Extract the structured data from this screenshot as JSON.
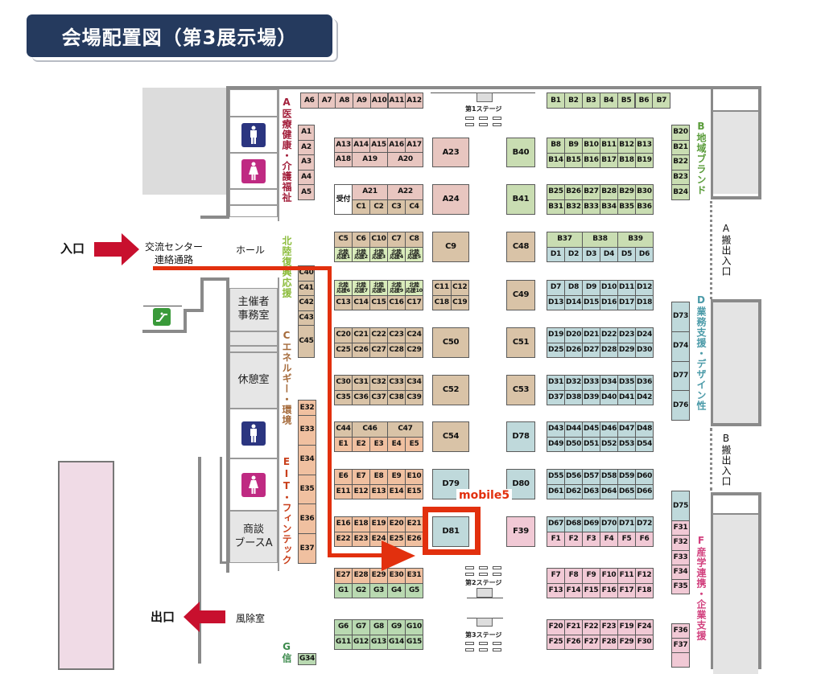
{
  "title": "会場配置図（第3展示場）",
  "labels": {
    "entrance": "入口",
    "exit": "出口",
    "corridor_line1": "交流センター",
    "corridor_line2": "連絡通路",
    "hall": "ホール",
    "organizer_office": "主催者\n事務室",
    "rest_room": "休憩室",
    "meeting_booth": "商談\nブースA",
    "windbreak": "風除室",
    "loading_a": "A搬出入口",
    "loading_b": "B搬出入口",
    "highlight": "mobile5"
  },
  "stages": {
    "stage1": "第1ステージ",
    "stage2": "第2ステージ",
    "stage3": "第3ステージ"
  },
  "categories": {
    "A": {
      "label": "A医療健康・介護福祉",
      "color": "#a3203c",
      "fill": "#e8c6c0"
    },
    "HK": {
      "label": "北陸復興応援",
      "color": "#8cbc3c",
      "fill": "#d9ecbb"
    },
    "C": {
      "label": "Cエネルギー・環境",
      "color": "#a56a3a",
      "fill": "#d9c3a7"
    },
    "E": {
      "label": "EIT・フィンテック",
      "color": "#c9401c",
      "fill": "#f0c0a0"
    },
    "G": {
      "label": "G信",
      "color": "#3c8a4c",
      "fill": "#b9d9b1"
    },
    "B": {
      "label": "B地域ブランド",
      "color": "#5a9c3a",
      "fill": "#c9ddb2"
    },
    "D": {
      "label": "D業務支援・デザイン性",
      "color": "#4a9aa8",
      "fill": "#bfd9db"
    },
    "F": {
      "label": "F産学連携・企業支援",
      "color": "#d2407e",
      "fill": "#f1c9d5"
    },
    "W": {
      "label": "",
      "color": "#222",
      "fill": "#ffffff"
    }
  },
  "booths": {
    "a_top": [
      {
        "cat": "A",
        "cells": [
          "A6",
          "A7",
          "A8",
          "A9",
          "A10",
          "A11",
          "A12"
        ]
      }
    ],
    "a_side": [
      {
        "cat": "A",
        "cells": [
          "A1"
        ]
      },
      {
        "cat": "A",
        "cells": [
          "A2"
        ]
      },
      {
        "cat": "A",
        "cells": [
          "A3"
        ]
      },
      {
        "cat": "A",
        "cells": [
          "A4"
        ]
      },
      {
        "cat": "A",
        "cells": [
          "A5"
        ]
      }
    ],
    "a13": [
      {
        "cat": "A",
        "cells": [
          "A13",
          "A14",
          "A15",
          "A16",
          "A17"
        ]
      },
      {
        "cat": "A",
        "cells": [
          "A18",
          "A19",
          "A20"
        ]
      }
    ],
    "a23": [
      {
        "cat": "A",
        "cells": [
          "A23"
        ]
      }
    ],
    "b40": [
      {
        "cat": "B",
        "cells": [
          "B40"
        ]
      }
    ],
    "uketsuke": [
      {
        "cat": "W",
        "cells": [
          "受付"
        ]
      }
    ],
    "a21": [
      {
        "cat": "A",
        "cells": [
          "A21",
          "A22"
        ]
      },
      {
        "cat": "C",
        "cells": [
          "C1",
          "C2",
          "C3",
          "C4"
        ]
      }
    ],
    "a24": [
      {
        "cat": "A",
        "cells": [
          "A24"
        ]
      }
    ],
    "b41": [
      {
        "cat": "B",
        "cells": [
          "B41"
        ]
      }
    ],
    "c5": [
      {
        "cat": "C",
        "cells": [
          "C5",
          "C6",
          "C10",
          "C7",
          "C8"
        ]
      },
      {
        "cat": "HK",
        "cells": [
          "北陸\n応援1",
          "北陸\n応援2",
          "北陸\n応援3",
          "北陸\n応援4",
          "北陸\n応援5"
        ]
      }
    ],
    "c9": [
      {
        "cat": "C",
        "cells": [
          "C9"
        ]
      }
    ],
    "c48": [
      {
        "cat": "C",
        "cells": [
          "C48"
        ]
      }
    ],
    "c40": [
      {
        "cat": "C",
        "cells": [
          "C40"
        ]
      },
      {
        "cat": "C",
        "cells": [
          "C41"
        ]
      },
      {
        "cat": "C",
        "cells": [
          "C42"
        ]
      },
      {
        "cat": "C",
        "cells": [
          "C43"
        ]
      }
    ],
    "c45": [
      {
        "cat": "C",
        "cells": [
          "C45"
        ]
      }
    ],
    "h6": [
      {
        "cat": "HK",
        "cells": [
          "北陸\n応援6",
          "北陸\n応援7",
          "北陸\n応援8",
          "北陸\n応援9",
          "北陸\n応援10"
        ]
      },
      {
        "cat": "C",
        "cells": [
          "C13",
          "C14",
          "C15",
          "C16",
          "C17"
        ]
      }
    ],
    "c11": [
      {
        "cat": "C",
        "cells": [
          "C11",
          "C12"
        ]
      },
      {
        "cat": "C",
        "cells": [
          "C18",
          "C19"
        ]
      }
    ],
    "c49": [
      {
        "cat": "C",
        "cells": [
          "C49"
        ]
      }
    ],
    "c20": [
      {
        "cat": "C",
        "cells": [
          "C20",
          "C21",
          "C22",
          "C23",
          "C24"
        ]
      },
      {
        "cat": "C",
        "cells": [
          "C25",
          "C26",
          "C27",
          "C28",
          "C29"
        ]
      }
    ],
    "c50": [
      {
        "cat": "C",
        "cells": [
          "C50"
        ]
      }
    ],
    "c51": [
      {
        "cat": "C",
        "cells": [
          "C51"
        ]
      }
    ],
    "c30": [
      {
        "cat": "C",
        "cells": [
          "C30",
          "C31",
          "C32",
          "C33",
          "C34"
        ]
      },
      {
        "cat": "C",
        "cells": [
          "C35",
          "C36",
          "C37",
          "C38",
          "C39"
        ]
      }
    ],
    "c52": [
      {
        "cat": "C",
        "cells": [
          "C52"
        ]
      }
    ],
    "c53": [
      {
        "cat": "C",
        "cells": [
          "C53"
        ]
      }
    ],
    "c44": [
      {
        "cat": "C",
        "cells": [
          "C44",
          "C46",
          "C47"
        ]
      },
      {
        "cat": "E",
        "cells": [
          "E1",
          "E2",
          "E3",
          "E4",
          "E5"
        ]
      }
    ],
    "c54": [
      {
        "cat": "C",
        "cells": [
          "C54"
        ]
      }
    ],
    "d78": [
      {
        "cat": "D",
        "cells": [
          "D78"
        ]
      }
    ],
    "e32": [
      {
        "cat": "E",
        "cells": [
          "E32"
        ]
      }
    ],
    "e33": [
      {
        "cat": "E",
        "cells": [
          "E33"
        ]
      },
      {
        "cat": "E",
        "cells": [
          "E34"
        ]
      },
      {
        "cat": "E",
        "cells": [
          "E35"
        ]
      },
      {
        "cat": "E",
        "cells": [
          "E36"
        ]
      },
      {
        "cat": "E",
        "cells": [
          "E37"
        ]
      }
    ],
    "e6": [
      {
        "cat": "E",
        "cells": [
          "E6",
          "E7",
          "E8",
          "E9",
          "E10"
        ]
      },
      {
        "cat": "E",
        "cells": [
          "E11",
          "E12",
          "E13",
          "E14",
          "E15"
        ]
      }
    ],
    "d79": [
      {
        "cat": "D",
        "cells": [
          "D79"
        ]
      }
    ],
    "d80": [
      {
        "cat": "D",
        "cells": [
          "D80"
        ]
      }
    ],
    "e16": [
      {
        "cat": "E",
        "cells": [
          "E16",
          "E18",
          "E19",
          "E20",
          "E21"
        ]
      },
      {
        "cat": "E",
        "cells": [
          "E22",
          "E23",
          "E24",
          "E25",
          "E26"
        ]
      }
    ],
    "d81": [
      {
        "cat": "D",
        "cells": [
          "D81"
        ]
      }
    ],
    "f39": [
      {
        "cat": "F",
        "cells": [
          "F39"
        ]
      }
    ],
    "e27": [
      {
        "cat": "E",
        "cells": [
          "E27",
          "E28",
          "E29",
          "E30",
          "E31"
        ]
      },
      {
        "cat": "G",
        "cells": [
          "G1",
          "G2",
          "G3",
          "G4",
          "G5"
        ]
      }
    ],
    "g6": [
      {
        "cat": "G",
        "cells": [
          "G6",
          "G7",
          "G8",
          "G9",
          "G10"
        ]
      },
      {
        "cat": "G",
        "cells": [
          "G11",
          "G12",
          "G13",
          "G14",
          "G15"
        ]
      }
    ],
    "g34": [
      {
        "cat": "G",
        "cells": [
          "G34"
        ]
      }
    ],
    "b1": [
      {
        "cat": "B",
        "cells": [
          "B1",
          "B2",
          "B3",
          "B4",
          "B5",
          "B6",
          "B7"
        ]
      }
    ],
    "b8": [
      {
        "cat": "B",
        "cells": [
          "B8",
          "B9",
          "B10",
          "B11",
          "B12",
          "B13"
        ]
      },
      {
        "cat": "B",
        "cells": [
          "B14",
          "B15",
          "B16",
          "B17",
          "B18",
          "B19"
        ]
      }
    ],
    "b25": [
      {
        "cat": "B",
        "cells": [
          "B25",
          "B26",
          "B27",
          "B28",
          "B29",
          "B30"
        ]
      },
      {
        "cat": "B",
        "cells": [
          "B31",
          "B32",
          "B33",
          "B34",
          "B35",
          "B36"
        ]
      }
    ],
    "b37": [
      {
        "cat": "B",
        "cells": [
          "B37",
          "B38",
          "B39"
        ]
      },
      {
        "cat": "D",
        "cells": [
          "D1",
          "D2",
          "D3",
          "D4",
          "D5",
          "D6"
        ]
      }
    ],
    "d7": [
      {
        "cat": "D",
        "cells": [
          "D7",
          "D8",
          "D9",
          "D10",
          "D11",
          "D12"
        ]
      },
      {
        "cat": "D",
        "cells": [
          "D13",
          "D14",
          "D15",
          "D16",
          "D17",
          "D18"
        ]
      }
    ],
    "d19": [
      {
        "cat": "D",
        "cells": [
          "D19",
          "D20",
          "D21",
          "D22",
          "D23",
          "D24"
        ]
      },
      {
        "cat": "D",
        "cells": [
          "D25",
          "D26",
          "D27",
          "D28",
          "D29",
          "D30"
        ]
      }
    ],
    "d31": [
      {
        "cat": "D",
        "cells": [
          "D31",
          "D32",
          "D33",
          "D34",
          "D35",
          "D36"
        ]
      },
      {
        "cat": "D",
        "cells": [
          "D37",
          "D38",
          "D39",
          "D40",
          "D41",
          "D42"
        ]
      }
    ],
    "d43": [
      {
        "cat": "D",
        "cells": [
          "D43",
          "D44",
          "D45",
          "D46",
          "D47",
          "D48"
        ]
      },
      {
        "cat": "D",
        "cells": [
          "D49",
          "D50",
          "D51",
          "D52",
          "D53",
          "D54"
        ]
      }
    ],
    "d55": [
      {
        "cat": "D",
        "cells": [
          "D55",
          "D56",
          "D57",
          "D58",
          "D59",
          "D60"
        ]
      },
      {
        "cat": "D",
        "cells": [
          "D61",
          "D62",
          "D63",
          "D64",
          "D65",
          "D66"
        ]
      }
    ],
    "d67": [
      {
        "cat": "D",
        "cells": [
          "D67",
          "D68",
          "D69",
          "D70",
          "D71",
          "D72"
        ]
      },
      {
        "cat": "F",
        "cells": [
          "F1",
          "F2",
          "F3",
          "F4",
          "F5",
          "F6"
        ]
      }
    ],
    "f7": [
      {
        "cat": "F",
        "cells": [
          "F7",
          "F8",
          "F9",
          "F10",
          "F11",
          "F12"
        ]
      },
      {
        "cat": "F",
        "cells": [
          "F13",
          "F14",
          "F15",
          "F16",
          "F17",
          "F18"
        ]
      }
    ],
    "f20": [
      {
        "cat": "F",
        "cells": [
          "F20",
          "F21",
          "F22",
          "F23",
          "F19",
          "F24"
        ]
      },
      {
        "cat": "F",
        "cells": [
          "F25",
          "F26",
          "F27",
          "F28",
          "F29",
          "F30"
        ]
      }
    ],
    "b20": [
      {
        "cat": "B",
        "cells": [
          "B20"
        ]
      },
      {
        "cat": "B",
        "cells": [
          "B21"
        ]
      },
      {
        "cat": "B",
        "cells": [
          "B22"
        ]
      },
      {
        "cat": "B",
        "cells": [
          "B23"
        ]
      },
      {
        "cat": "B",
        "cells": [
          "B24"
        ]
      }
    ],
    "d73": [
      {
        "cat": "D",
        "cells": [
          "D73"
        ]
      },
      {
        "cat": "D",
        "cells": [
          "D74"
        ]
      },
      {
        "cat": "D",
        "cells": [
          "D77"
        ]
      },
      {
        "cat": "D",
        "cells": [
          "D76"
        ]
      }
    ],
    "d75": [
      {
        "cat": "D",
        "cells": [
          "D75"
        ]
      }
    ],
    "f31": [
      {
        "cat": "F",
        "cells": [
          "F31"
        ]
      },
      {
        "cat": "F",
        "cells": [
          "F32"
        ]
      },
      {
        "cat": "F",
        "cells": [
          "F33"
        ]
      },
      {
        "cat": "F",
        "cells": [
          "F34"
        ]
      },
      {
        "cat": "F",
        "cells": [
          "F35"
        ]
      }
    ],
    "f36": [
      {
        "cat": "F",
        "cells": [
          "F36"
        ]
      },
      {
        "cat": "F",
        "cells": [
          "F37"
        ]
      },
      {
        "cat": "F",
        "cells": [
          ""
        ]
      }
    ]
  }
}
